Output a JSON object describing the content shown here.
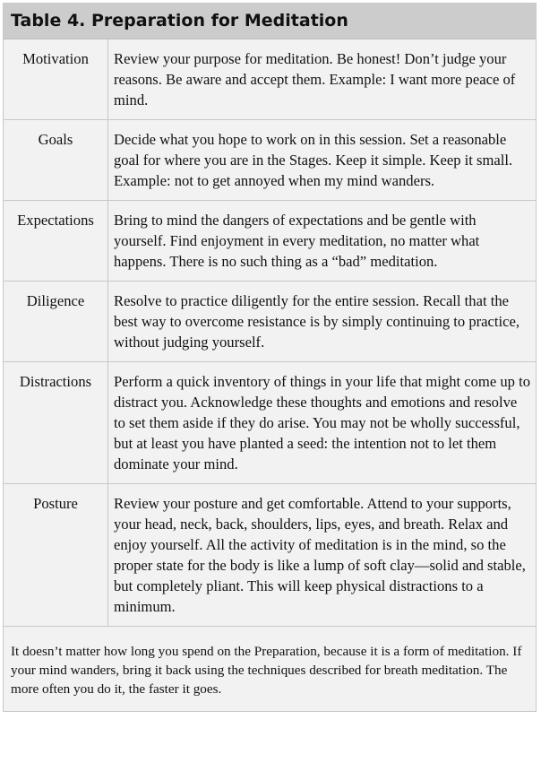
{
  "table": {
    "caption": "Table 4. Preparation for Meditation",
    "rows": [
      {
        "label": "Motivation",
        "text": "Review your purpose for meditation. Be honest! Don’t judge your reasons. Be aware and accept them. Example: I want more peace of mind."
      },
      {
        "label": "Goals",
        "text": "Decide what you hope to work on in this session. Set a reasonable goal for where you are in the Stages. Keep it simple. Keep it small. Example: not to get annoyed when my mind wanders."
      },
      {
        "label": "Expectations",
        "text": "Bring to mind the dangers of expectations and be gentle with yourself. Find enjoyment in every meditation, no matter what happens. There is no such thing as a “bad” meditation."
      },
      {
        "label": "Diligence",
        "text": "Resolve to practice diligently for the entire session. Recall that the best way to overcome resistance is by simply continuing to practice, without judging yourself."
      },
      {
        "label": "Distractions",
        "text": "Perform a quick inventory of things in your life that might come up to distract you. Acknowledge these thoughts and emotions and resolve to set them aside if they do arise. You may not be wholly successful, but at least you have planted a seed: the intention not to let them dominate your mind."
      },
      {
        "label": "Posture",
        "text": "Review your posture and get comfortable. Attend to your supports, your head, neck, back, shoulders, lips, eyes, and breath. Relax and enjoy yourself. All the activity of meditation is in the mind, so the proper state for the body is like a lump of soft clay—solid and stable, but completely pliant. This will keep physical distractions to a minimum."
      }
    ],
    "note": "It doesn’t matter how long you spend on the Preparation, because it is a form of meditation. If your mind wanders, bring it back using the techniques described for breath meditation. The more often you do it, the faster it goes."
  }
}
